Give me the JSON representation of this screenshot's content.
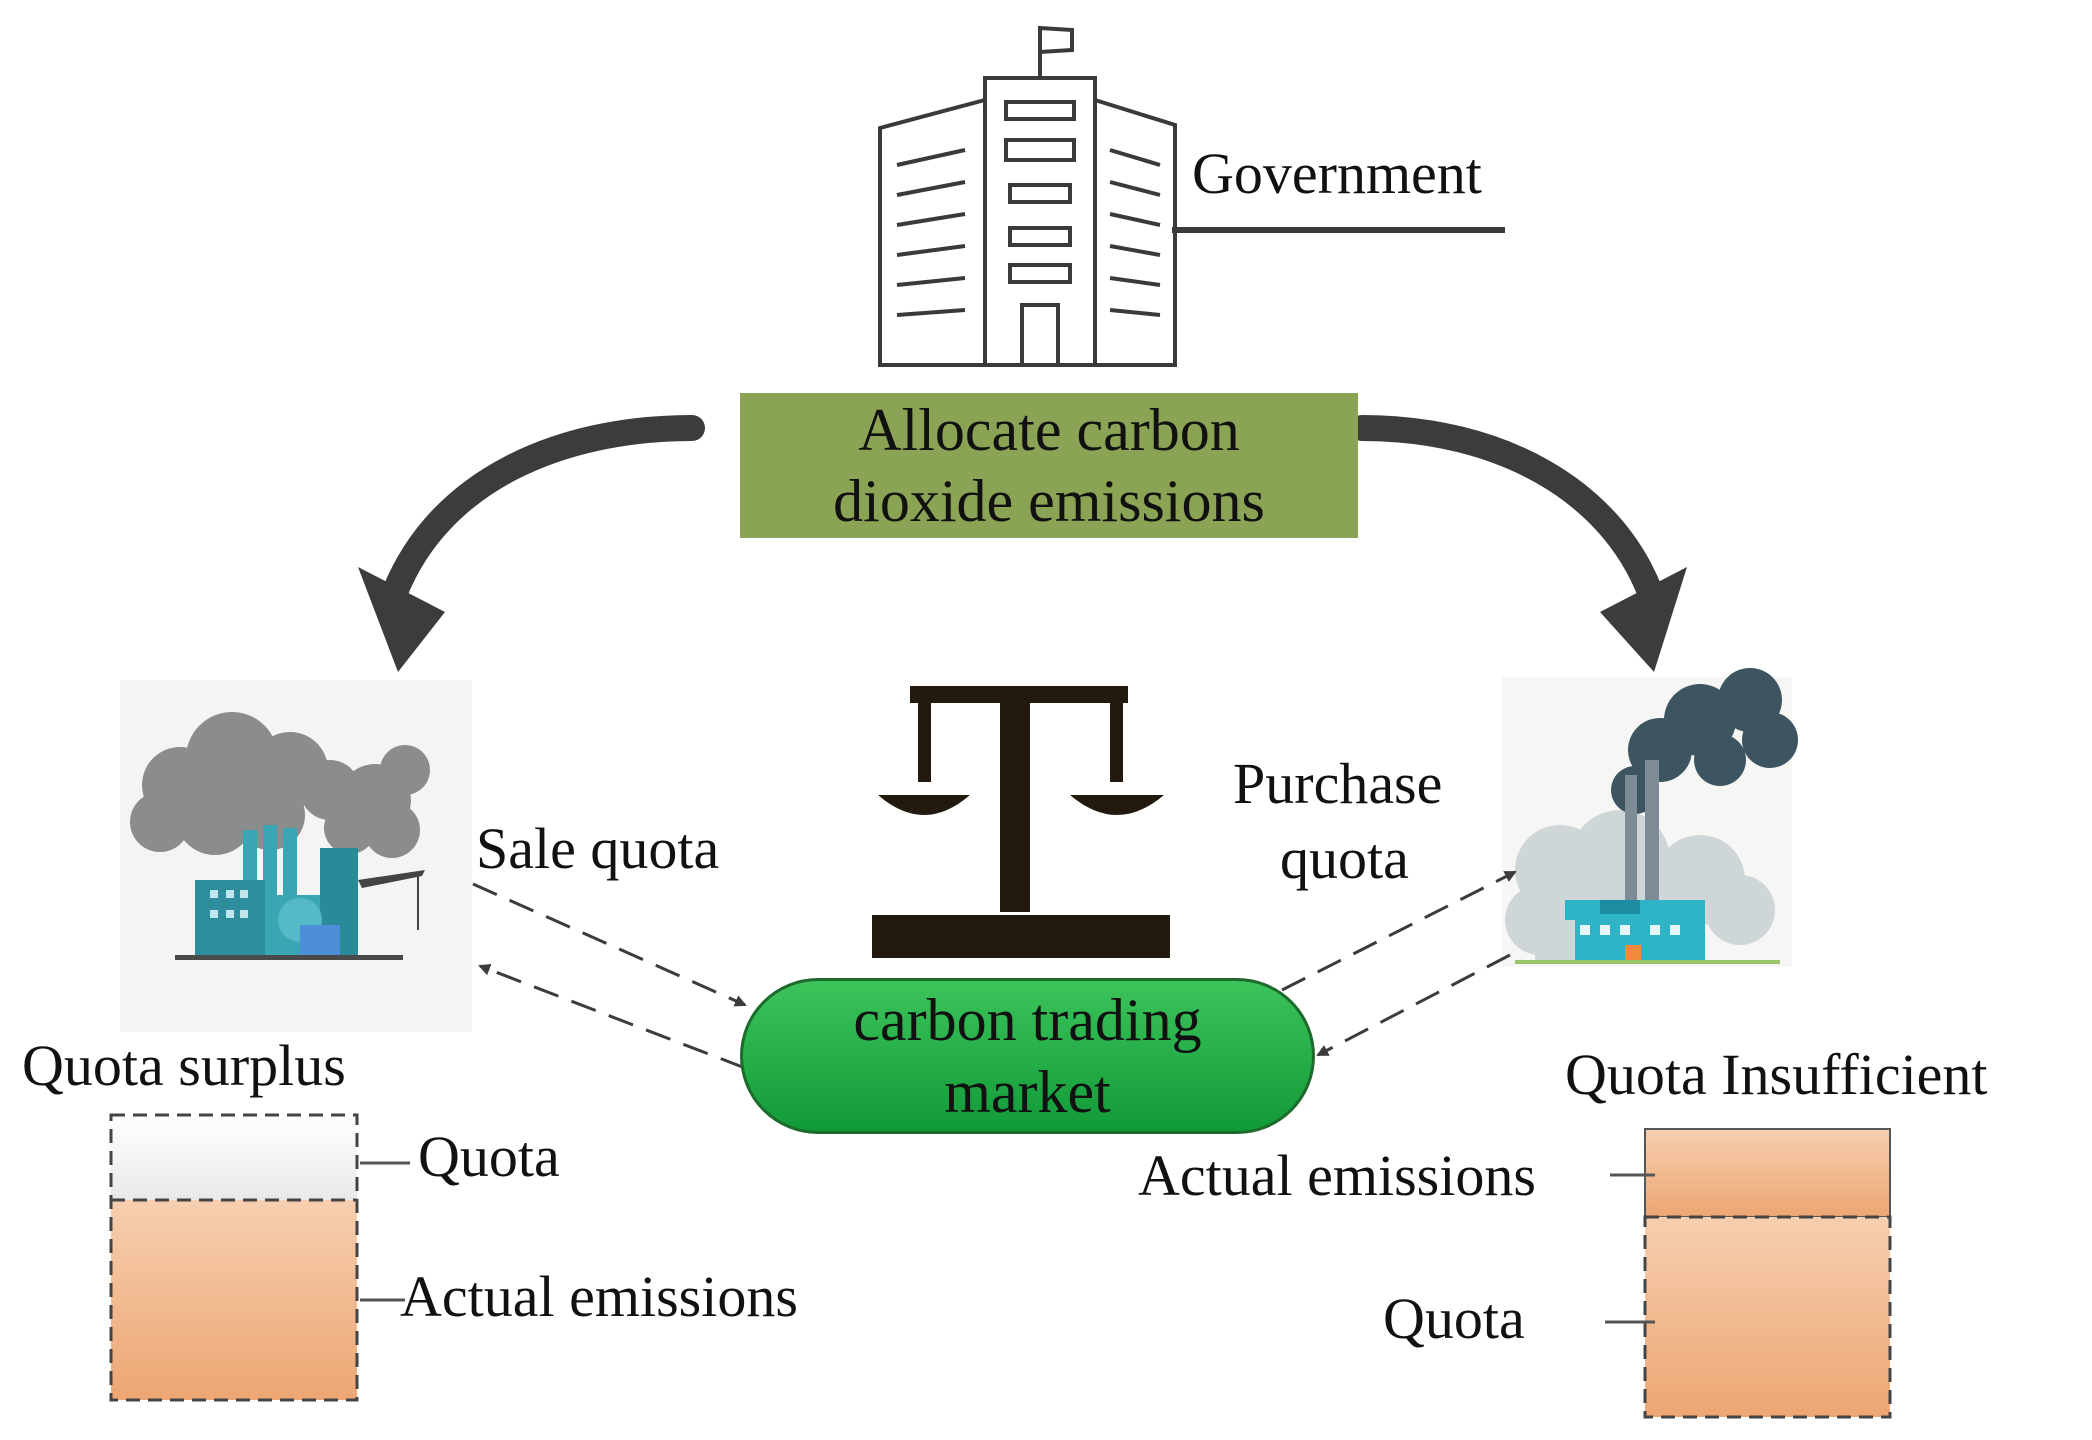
{
  "government": {
    "label": "Government"
  },
  "allocation": {
    "line1": "Allocate carbon",
    "line2": "dioxide emissions"
  },
  "market": {
    "line1": "carbon trading",
    "line2": "market"
  },
  "left_firm": {
    "status": "Quota surplus",
    "flow_label": "Sale quota",
    "bar_labels": {
      "quota": "Quota",
      "actual": "Actual emissions"
    }
  },
  "right_firm": {
    "status": "Quota Insufficient",
    "flow_label_line1": "Purchase",
    "flow_label_line2": "quota",
    "bar_labels": {
      "actual": "Actual emissions",
      "quota": "Quota"
    }
  },
  "colors": {
    "allocation_box": "#8ba354",
    "market_box": "#1aa83f",
    "emission_bar": "#f0b487",
    "arrow": "#3c3c3c",
    "scale": "#221a0e"
  },
  "icons": [
    "government-building-icon",
    "balance-scale-icon",
    "factory-surplus-icon",
    "factory-insufficient-icon"
  ]
}
